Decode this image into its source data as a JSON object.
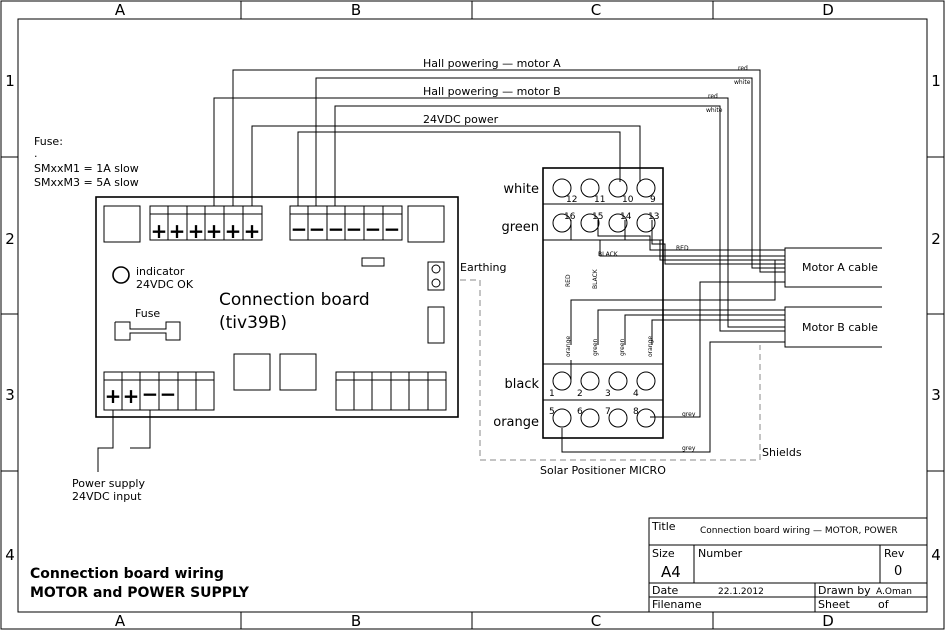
{
  "frame": {
    "columns": [
      "A",
      "B",
      "C",
      "D"
    ],
    "rows": [
      "1",
      "2",
      "3",
      "4"
    ]
  },
  "notes": {
    "fuse_title": "Fuse:",
    "fuse_dot": ".",
    "fuse_m1": "SMxxM1 = 1A slow",
    "fuse_m3": "SMxxM3 = 5A slow"
  },
  "wires": {
    "hall_a": "Hall powering — motor A",
    "hall_b": "Hall powering — motor B",
    "power24": "24VDC power",
    "red_a": "red",
    "white_a": "white",
    "red_b": "red",
    "white_b": "white",
    "red_caps": "RED",
    "black_caps": "BLACK",
    "red_vert": "RED",
    "black_vert": "BLACK",
    "grey1": "grey",
    "grey2": "grey",
    "orange1": "orange",
    "green1": "green",
    "green2": "green",
    "orange2": "orange"
  },
  "board": {
    "title_line1": "Connection board",
    "title_line2": "(tiv39B)",
    "indicator_line1": "indicator",
    "indicator_line2": "24VDC OK",
    "fuse_label": "Fuse",
    "earthing": "Earthing",
    "plus_terms": [
      "+",
      "+",
      "+",
      "+",
      "+",
      "+"
    ],
    "minus_terms": [
      "−",
      "−",
      "−",
      "−",
      "−",
      "−"
    ],
    "psu_terms": [
      "+",
      "+",
      "−",
      "−"
    ]
  },
  "micro": {
    "name": "Solar Positioner MICRO",
    "row_white": "white",
    "row_green": "green",
    "row_black": "black",
    "row_orange": "orange",
    "white_nums": [
      "12",
      "11",
      "10",
      "9"
    ],
    "green_nums": [
      "16",
      "15",
      "14",
      "13"
    ],
    "black_nums": [
      "1",
      "2",
      "3",
      "4"
    ],
    "orange_nums": [
      "5",
      "6",
      "7",
      "8"
    ],
    "shields": "Shields"
  },
  "cables": {
    "motor_a": "Motor A cable",
    "motor_b": "Motor B cable"
  },
  "power_supply": {
    "line1": "Power supply",
    "line2": "24VDC input"
  },
  "drawing_title": {
    "line1": "Connection board wiring",
    "line2": "MOTOR and POWER SUPPLY"
  },
  "title_block": {
    "title_label": "Title",
    "title_value": "Connection board wiring — MOTOR, POWER",
    "size_label": "Size",
    "size_value": "A4",
    "number_label": "Number",
    "rev_label": "Rev",
    "rev_value": "0",
    "date_label": "Date",
    "date_value": "22.1.2012",
    "drawn_label": "Drawn by",
    "drawn_value": "A.Oman",
    "filename_label": "Filename",
    "sheet_label": "Sheet",
    "of_label": "of"
  }
}
